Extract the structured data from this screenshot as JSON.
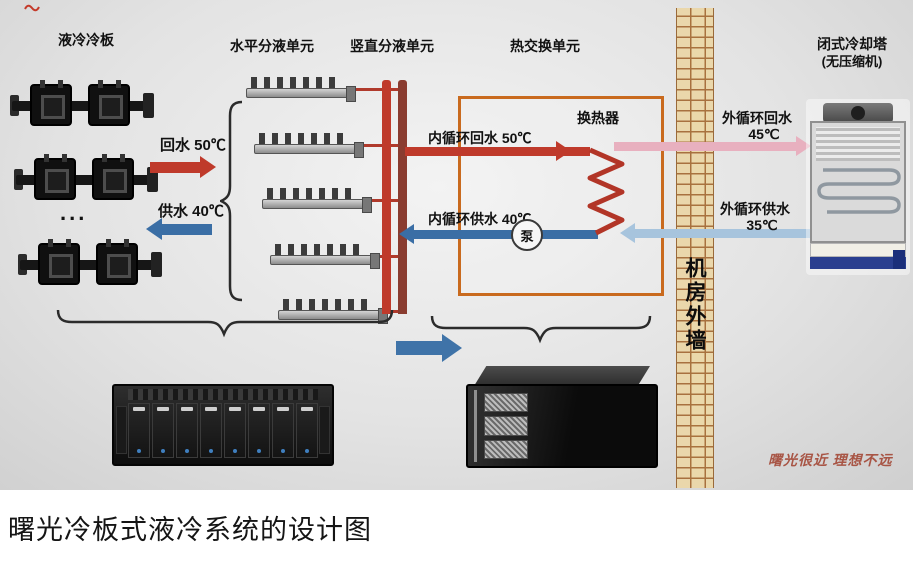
{
  "caption": "曙光冷板式液冷系统的设计图",
  "watermark": "曙光很近 理想不远",
  "headers": {
    "cold_plate": "液冷冷板",
    "horizontal_unit": "水平分液单元",
    "vertical_unit": "竖直分液单元",
    "heat_exchange_unit": "热交换单元",
    "cooling_tower": "闭式冷却塔",
    "cooling_tower_sub": "(无压缩机)"
  },
  "flows": {
    "return_water": "回水 50℃",
    "supply_water": "供水 40℃",
    "inner_return": "内循环回水 50℃",
    "inner_supply": "内循环供水 40℃",
    "outer_return": "外循环回水",
    "outer_return_temp": "45℃",
    "outer_supply": "外循环供水",
    "outer_supply_temp": "35℃"
  },
  "parts": {
    "heat_exchanger": "换热器",
    "pump": "泵",
    "wall": "机房外墙",
    "ellipsis": "..."
  },
  "colors": {
    "inner_hot": "#bf3a2b",
    "inner_cold": "#3a6ea5",
    "outer_hot": "#e8b0bf",
    "outer_cold": "#a7c4dd",
    "exchanger_box": "#c96a1e",
    "wall_brick": "#ead7ab"
  }
}
